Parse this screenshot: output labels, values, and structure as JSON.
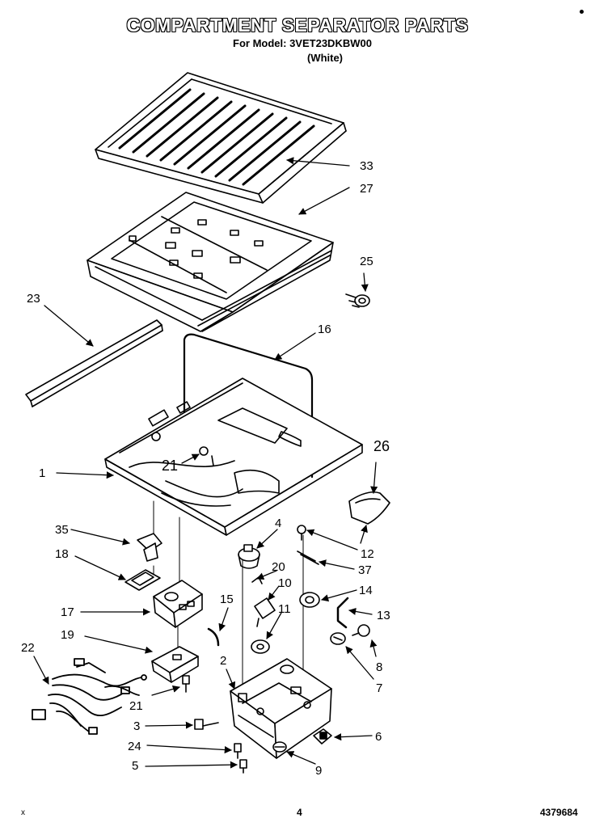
{
  "header": {
    "title": "COMPARTMENT SEPARATOR PARTS",
    "model_line": "For Model: 3VET23DKBW00",
    "color_line": "(White)"
  },
  "footer": {
    "page_number": "4",
    "part_number": "4379684",
    "corner_mark": "x"
  },
  "callouts": {
    "c33": "33",
    "c27": "27",
    "c25": "25",
    "c23": "23",
    "c16": "16",
    "c26": "26",
    "c1": "1",
    "c21a": "21",
    "c35": "35",
    "c4": "4",
    "c12": "12",
    "c18": "18",
    "c37": "37",
    "c20": "20",
    "c10": "10",
    "c14": "14",
    "c17": "17",
    "c15": "15",
    "c11": "11",
    "c13": "13",
    "c19": "19",
    "c22": "22",
    "c8": "8",
    "c2": "2",
    "c7": "7",
    "c21b": "21",
    "c3": "3",
    "c6": "6",
    "c24": "24",
    "c5": "5",
    "c9": "9"
  }
}
